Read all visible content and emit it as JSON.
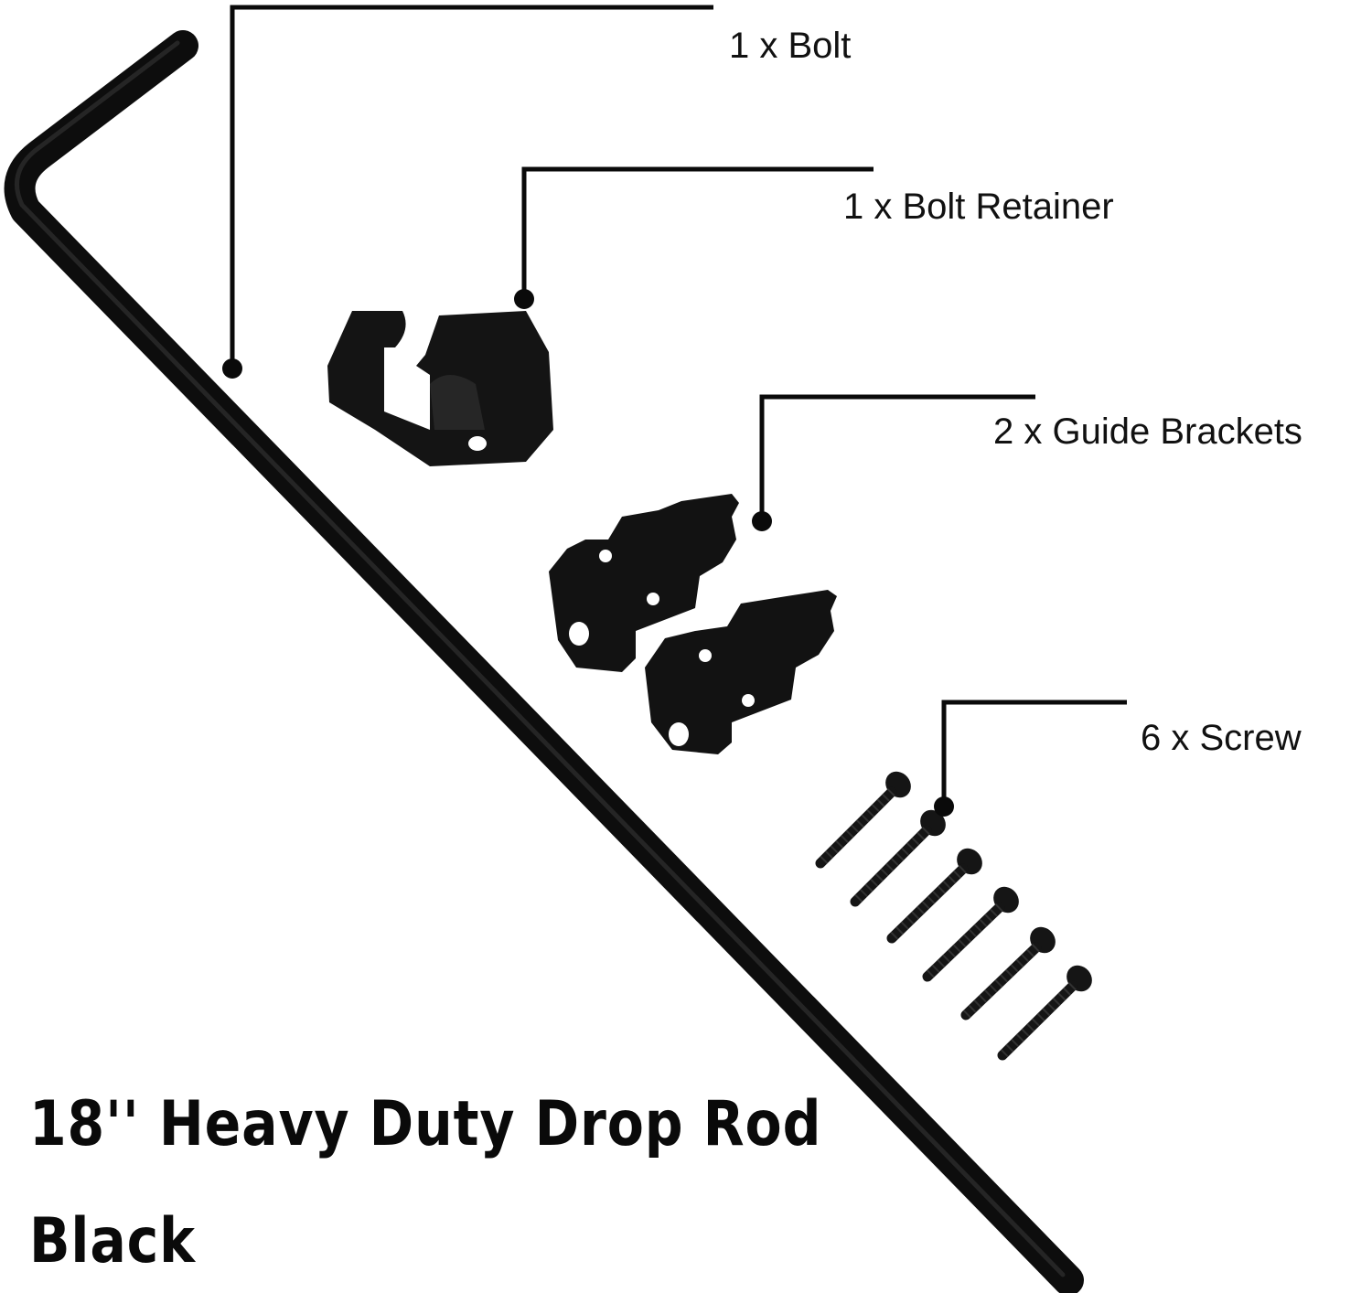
{
  "callouts": {
    "bolt": "1 x Bolt",
    "retainer": "1 x Bolt Retainer",
    "brackets": "2 x Guide Brackets",
    "screw": "6 x Screw"
  },
  "title": {
    "line1": "18'' Heavy Duty Drop Rod",
    "line2": "Black"
  },
  "colors": {
    "hardware": "#121212",
    "leader": "#0a0a0a",
    "background": "#ffffff"
  }
}
